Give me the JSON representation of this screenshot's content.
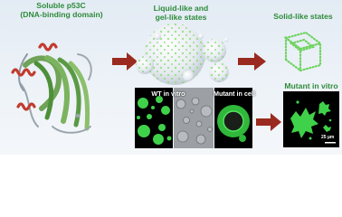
{
  "labels": {
    "protein_title": "Soluble p53C",
    "protein_subtitle": "(DNA-binding domain)",
    "liquid_title": "Liquid-like and",
    "liquid_subtitle": "gel-like states",
    "solid_title": "Solid-like states",
    "wt_label": "WT in vitro",
    "mutant_cell_label": "Mutant in cell",
    "mutant_vitro_label": "Mutant in vitro",
    "scale_bar": "25 µm"
  },
  "colors": {
    "label_green": "#2e8b3a",
    "arrow_red": "#9a2a1f",
    "fluor_green": "#3fd14a"
  }
}
